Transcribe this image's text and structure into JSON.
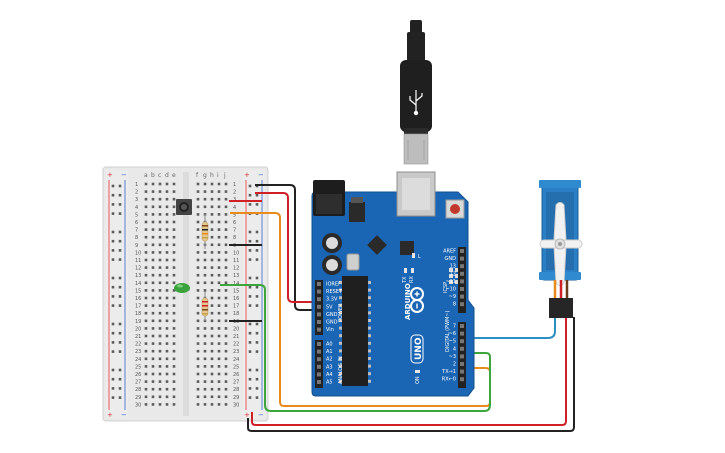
{
  "colors": {
    "background": "#ffffff",
    "breadboard": "#e8e8e8",
    "arduino_board": "#1b66b4",
    "wire_red": "#d01f26",
    "wire_black": "#222222",
    "wire_orange": "#e88a1c",
    "wire_green": "#3ca63c",
    "wire_blue": "#2b8fc2",
    "led": "#3aa23a",
    "servo_body": "#2a7fc4"
  },
  "breadboard": {
    "rail_plus": "+",
    "rail_minus": "−",
    "letters_left": [
      "a",
      "b",
      "c",
      "d",
      "e"
    ],
    "letters_right": [
      "f",
      "g",
      "h",
      "i",
      "j"
    ],
    "row_numbers": [
      "1",
      "2",
      "3",
      "4",
      "5",
      "6",
      "7",
      "8",
      "9",
      "10",
      "11",
      "12",
      "13",
      "14",
      "15",
      "16",
      "17",
      "18",
      "19",
      "20",
      "21",
      "22",
      "23",
      "24",
      "25",
      "26",
      "27",
      "28",
      "29",
      "30"
    ]
  },
  "arduino": {
    "brand": "ARDUINO",
    "model": "UNO",
    "power_label": "POWER",
    "analog_label": "ANALOG IN",
    "digital_label": "DIGITAL (PWM~)",
    "power_pins": [
      "IOREF",
      "RESET",
      "3.3V",
      "5V",
      "GND",
      "GND",
      "Vin"
    ],
    "analog_pins": [
      "A0",
      "A1",
      "A2",
      "A3",
      "A4",
      "A5"
    ],
    "digital_top_pins": [
      "AREF",
      "GND",
      "13",
      "12",
      "~11",
      "~10",
      "~9",
      "8"
    ],
    "digital_bottom_pins": [
      "7",
      "~6",
      "~5",
      "4",
      "~3",
      "2",
      "TX→1",
      "RX←0"
    ],
    "led_labels": [
      "TX",
      "RX",
      "L",
      "ON"
    ],
    "icsp_label": "ICSP"
  },
  "icons": {
    "usb_cable": "usb-cable-icon",
    "usb_symbol": "usb-symbol-icon",
    "servo": "servo-motor-icon",
    "push_button": "push-button-icon",
    "resistor": "resistor-icon",
    "led": "led-icon"
  }
}
